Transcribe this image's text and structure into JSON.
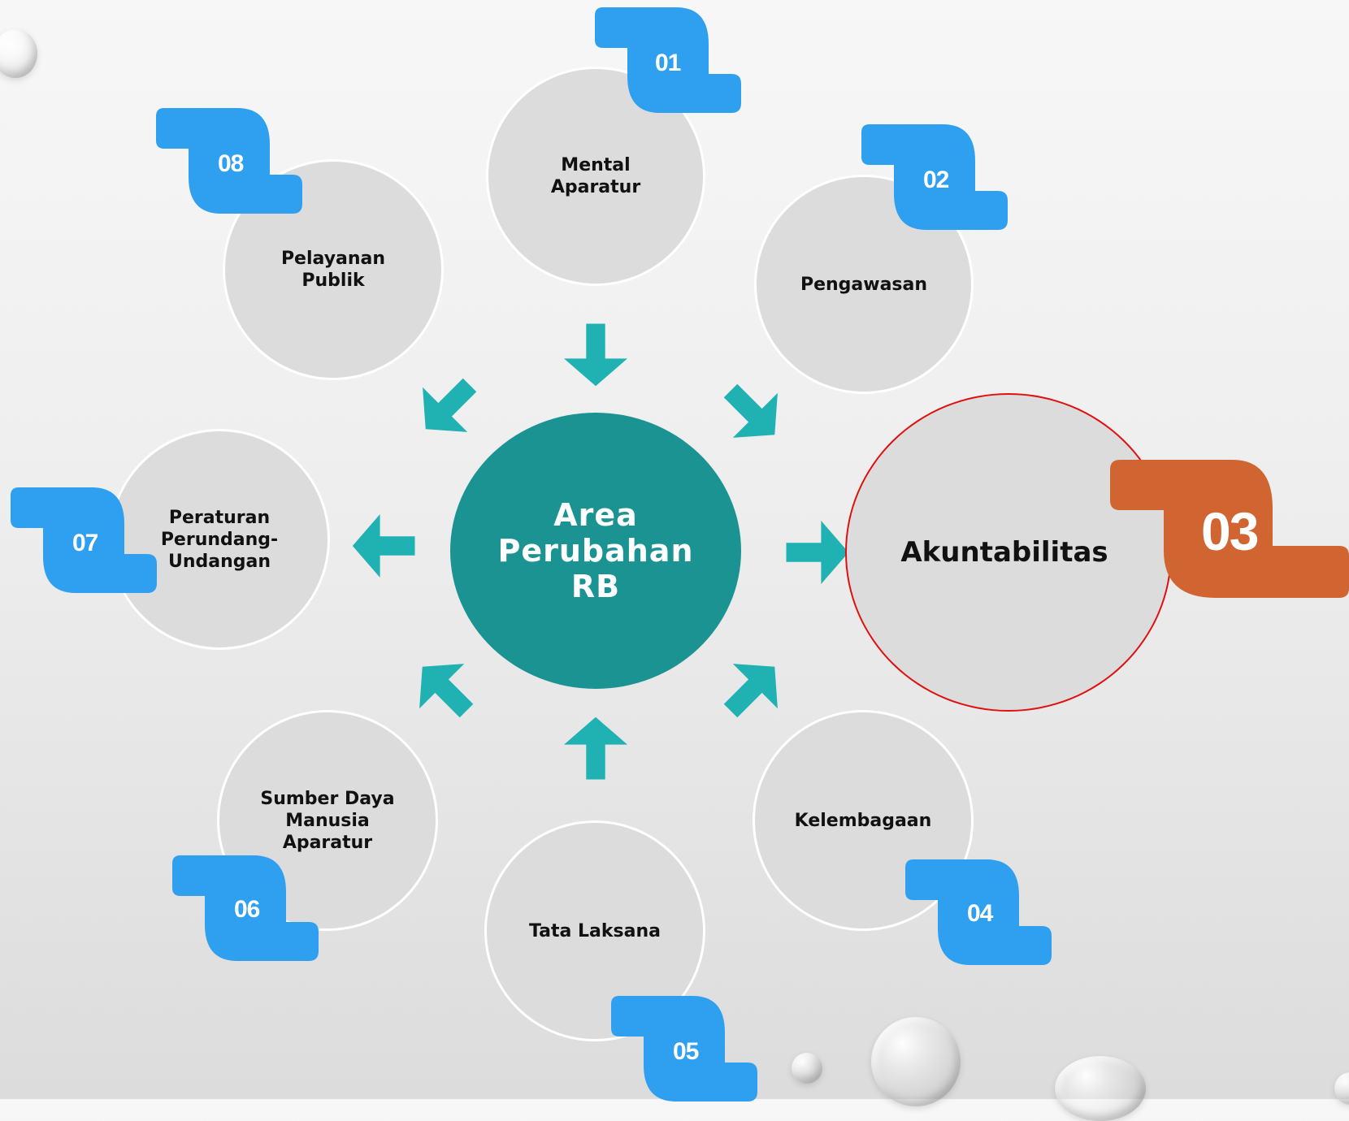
{
  "center": {
    "label": "Area\nPerubahan\nRB"
  },
  "areas": [
    {
      "number": "01",
      "label": "Mental\nAparatur"
    },
    {
      "number": "02",
      "label": "Pengawasan"
    },
    {
      "number": "03",
      "label": "Akuntabilitas",
      "highlighted": true
    },
    {
      "number": "04",
      "label": "Kelembagaan"
    },
    {
      "number": "05",
      "label": "Tata Laksana"
    },
    {
      "number": "06",
      "label": "Sumber Daya\nManusia\nAparatur"
    },
    {
      "number": "07",
      "label": "Peraturan\nPerundang-\nUndangan"
    },
    {
      "number": "08",
      "label": "Pelayanan\nPublik"
    }
  ],
  "colors": {
    "center_fill": "#1b9393",
    "arrow_fill": "#20b2b2",
    "badge_fill": "#2f9ff0",
    "highlight_badge_fill": "#d06532",
    "highlight_border": "#e01010",
    "circle_fill": "#dcdcdc"
  },
  "icons": {
    "decorations": "water-droplet-icon",
    "connectors": "chevron-arrow-icon"
  }
}
